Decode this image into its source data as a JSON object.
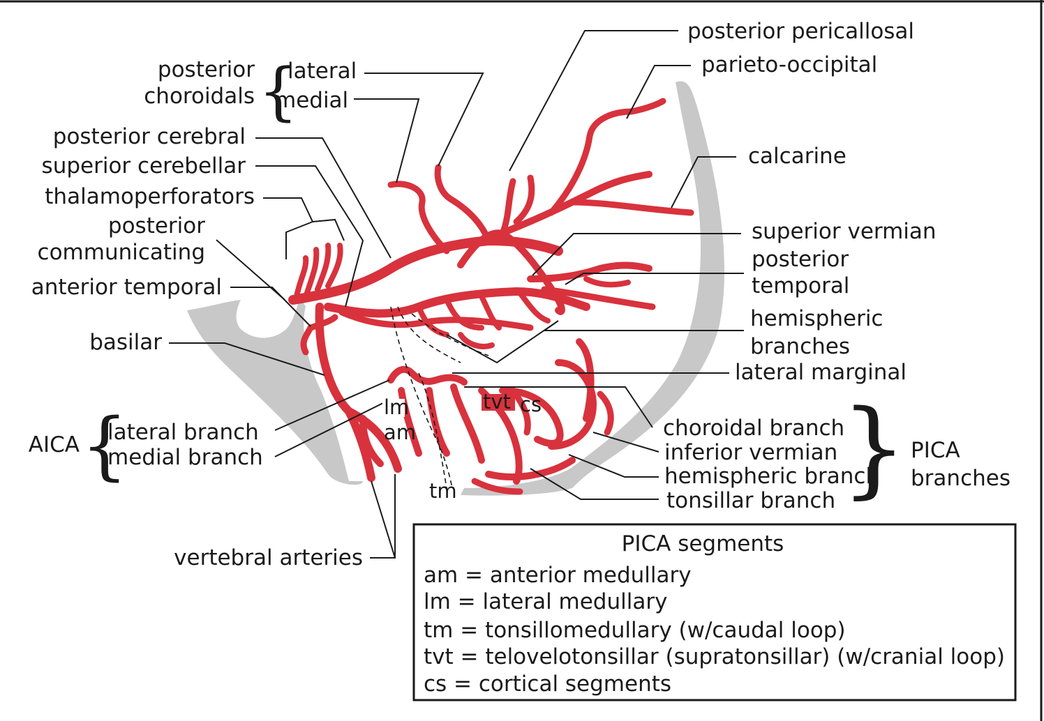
{
  "labels": {
    "posterior_choroidals_1": "posterior",
    "posterior_choroidals_2": "choroidals",
    "lateral": "lateral",
    "medial": "medial",
    "posterior_cerebral": "posterior cerebral",
    "superior_cerebellar": "superior cerebellar",
    "thalamoperforators": "thalamoperforators",
    "posterior_communicating_1": "posterior",
    "posterior_communicating_2": "communicating",
    "anterior_temporal": "anterior temporal",
    "basilar": "basilar",
    "aica": "AICA",
    "lateral_branch": "lateral branch",
    "medial_branch": "medial branch",
    "vertebral_arteries": "vertebral arteries",
    "posterior_pericallosal": "posterior pericallosal",
    "parieto_occipital": "parieto-occipital",
    "calcarine": "calcarine",
    "superior_vermian": "superior vermian",
    "posterior_temporal_1": "posterior",
    "posterior_temporal_2": "temporal",
    "hemispheric_branches_1": "hemispheric",
    "hemispheric_branches_2": "branches",
    "lateral_marginal": "lateral marginal",
    "choroidal_branch": "choroidal branch",
    "inferior_vermian": "inferior vermian",
    "hemispheric_branch": "hemispheric branch",
    "tonsillar_branch": "tonsillar branch",
    "pica_branches_1": "PICA",
    "pica_branches_2": "branches"
  },
  "segments": {
    "lm": "lm",
    "am": "am",
    "tm": "tm",
    "tvt": "tvt",
    "cs": "cs"
  },
  "legend": {
    "title": "PICA segments",
    "items": [
      "am = anterior medullary",
      "lm = lateral medullary",
      "tm = tonsillomedullary (w/caudal loop)",
      "tvt = telovelotonsillar (supratonsillar) (w/cranial loop)",
      "cs = cortical segments"
    ]
  },
  "colors": {
    "artery": "#d8323d",
    "bone": "#c8c8c8",
    "text": "#1a1a1a"
  }
}
